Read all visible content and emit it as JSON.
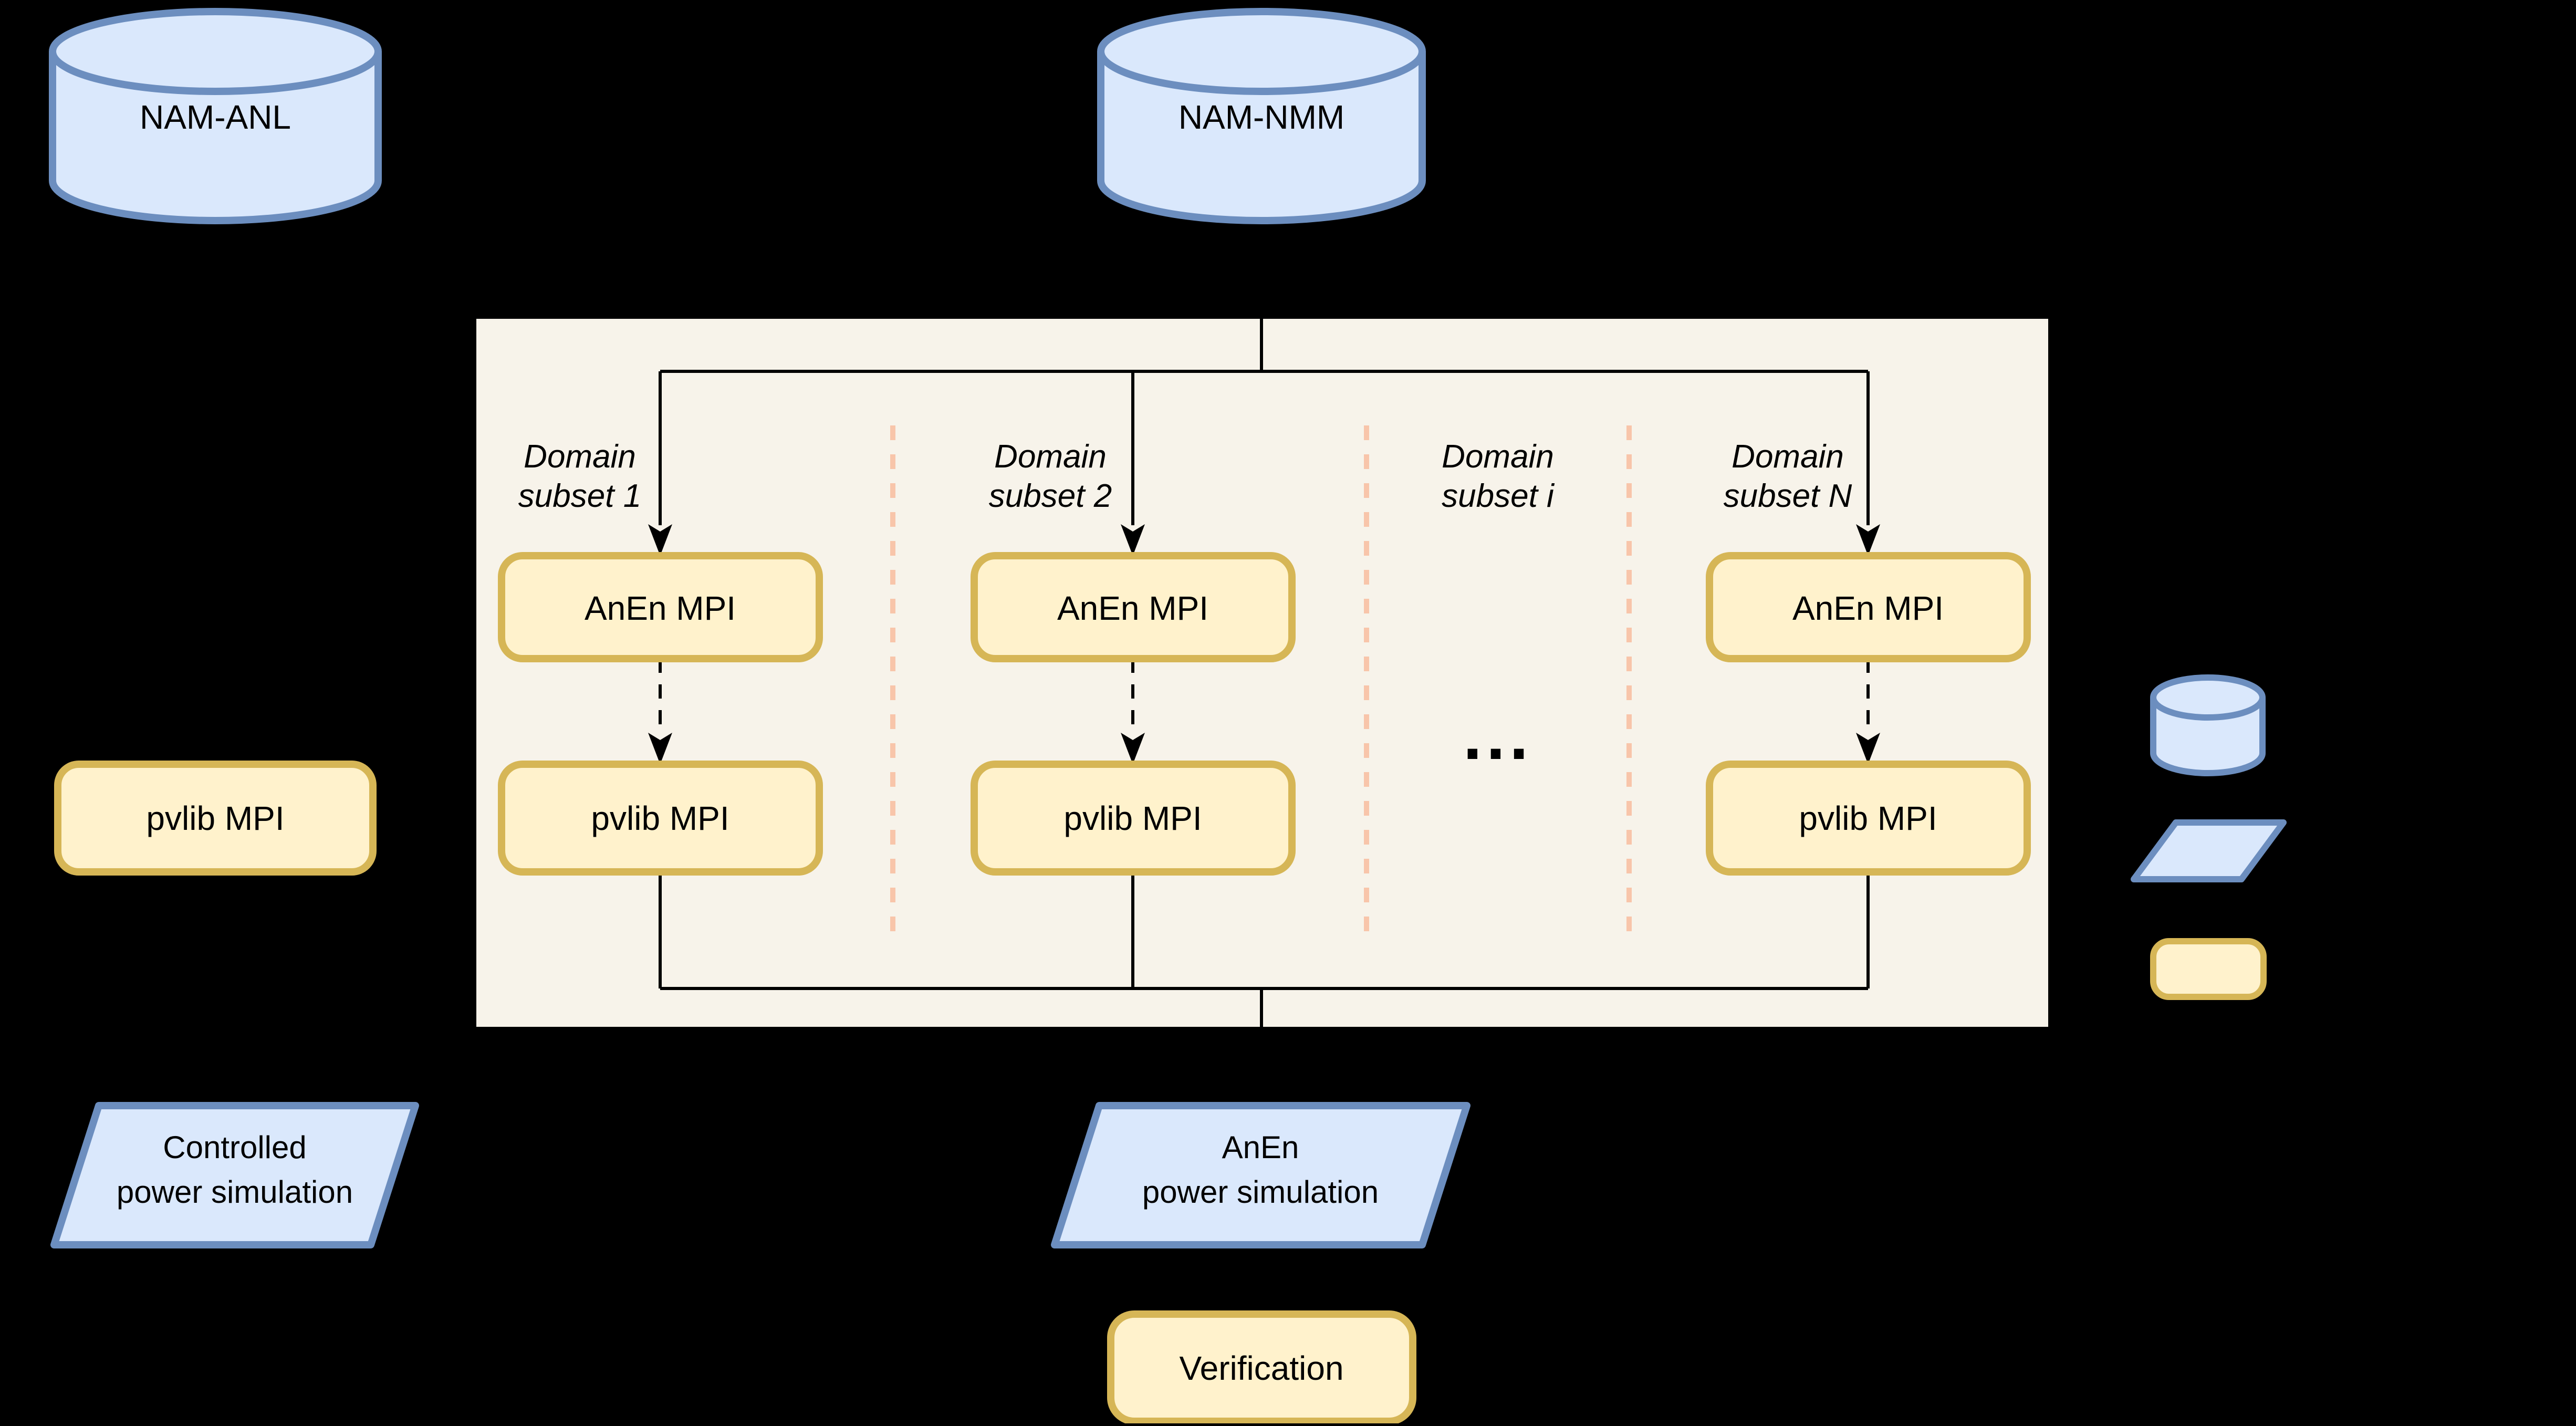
{
  "colors": {
    "background": "#000000",
    "panel_fill": "#F7F3EA",
    "blue_fill": "#DAE8FC",
    "blue_stroke": "#6C8EBF",
    "yellow_fill": "#FFF2CC",
    "yellow_stroke": "#D6B656",
    "dash_color": "#F8C5AA",
    "line_color": "#000000"
  },
  "datastores": {
    "nam_anl": "NAM-ANL",
    "nam_nmm": "NAM-NMM"
  },
  "parallel_panel": {
    "columns": [
      {
        "domain_line1": "Domain",
        "domain_line2": "subset 1",
        "anen": "AnEn MPI",
        "pvlib": "pvlib MPI"
      },
      {
        "domain_line1": "Domain",
        "domain_line2": "subset 2",
        "anen": "AnEn MPI",
        "pvlib": "pvlib MPI"
      },
      {
        "domain_line1": "Domain",
        "domain_line2": "subset i",
        "ellipsis": "..."
      },
      {
        "domain_line1": "Domain",
        "domain_line2": "subset N",
        "anen": "AnEn MPI",
        "pvlib": "pvlib MPI"
      }
    ]
  },
  "standalone": {
    "pvlib": "pvlib MPI"
  },
  "outputs": {
    "controlled_line1": "Controlled",
    "controlled_line2": "power simulation",
    "anen_line1": "AnEn",
    "anen_line2": "power simulation"
  },
  "verification": {
    "label": "Verification"
  },
  "legend": {
    "items": [
      "database-cylinder",
      "data-parallelogram",
      "process-rounded-rectangle"
    ]
  }
}
